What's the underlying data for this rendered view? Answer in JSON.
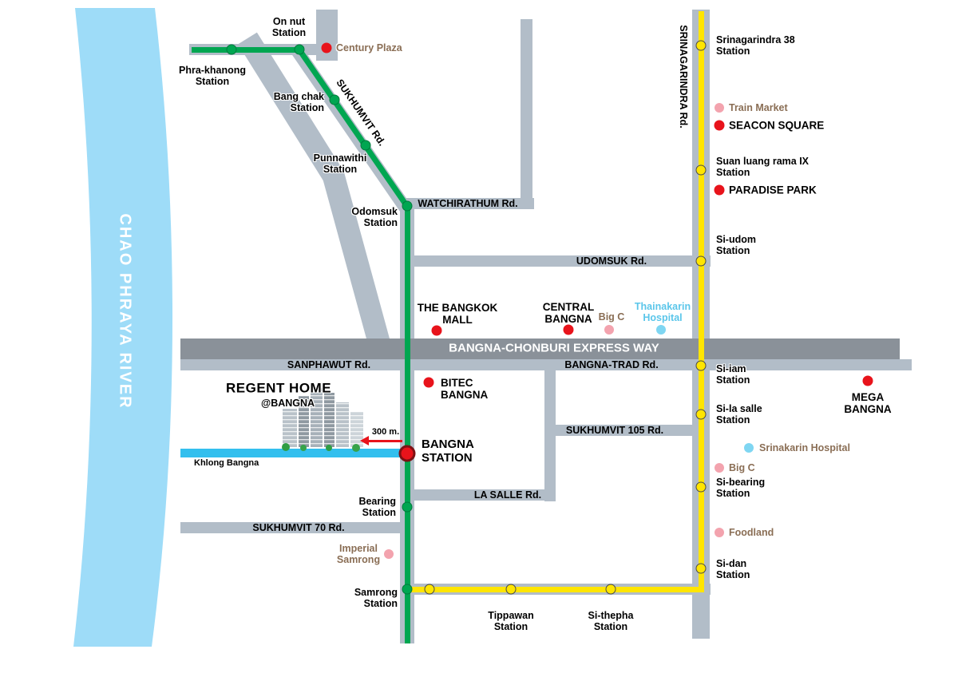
{
  "river": {
    "label": "CHAO PHRAYA RIVER"
  },
  "roads": {
    "sukhumvit": {
      "label": "SUKHUMVIT Rd."
    },
    "watchirathum": {
      "label": "WATCHIRATHUM Rd."
    },
    "udomsuk": {
      "label": "UDOMSUK Rd."
    },
    "expressway": {
      "label": "BANGNA-CHONBURI EXPRESS WAY"
    },
    "sanphawut": {
      "label": "SANPHAWUT Rd."
    },
    "bangna_trad": {
      "label": "BANGNA-TRAD Rd."
    },
    "sukhumvit_105": {
      "label": "SUKHUMVIT 105 Rd."
    },
    "la_salle": {
      "label": "LA SALLE Rd."
    },
    "sukhumvit_70": {
      "label": "SUKHUMVIT 70 Rd."
    },
    "srinagarindra": {
      "label": "SRINAGARINDRA Rd."
    },
    "khlong_bangna": {
      "label": "Khlong Bangna"
    }
  },
  "green_line": {
    "stations": [
      {
        "name": "Phra-khanong\nStation"
      },
      {
        "name": "On nut\nStation"
      },
      {
        "name": "Bang chak\nStation"
      },
      {
        "name": "Punnawithi\nStation"
      },
      {
        "name": "Odomsuk\nStation"
      },
      {
        "name": "Bearing\nStation"
      },
      {
        "name": "Samrong\nStation"
      }
    ]
  },
  "yellow_line": {
    "stations": [
      {
        "name": "Srinagarindra 38\nStation"
      },
      {
        "name": "Suan luang rama IX\nStation"
      },
      {
        "name": "Si-udom\nStation"
      },
      {
        "name": "Si-iam\nStation"
      },
      {
        "name": "Si-la salle\nStation"
      },
      {
        "name": "Si-bearing\nStation"
      },
      {
        "name": "Si-dan\nStation"
      },
      {
        "name": "Si-thepha\nStation"
      },
      {
        "name": "Tippawan\nStation"
      }
    ]
  },
  "bangna_station": {
    "name": "BANGNA\nSTATION"
  },
  "landmarks": {
    "century_plaza": {
      "label": "Century Plaza",
      "marker": "red"
    },
    "train_market": {
      "label": "Train Market",
      "marker": "pink"
    },
    "seacon_square": {
      "label": "SEACON SQUARE",
      "marker": "red"
    },
    "paradise_park": {
      "label": "PARADISE PARK",
      "marker": "red"
    },
    "the_bangkok_mall": {
      "label": "THE BANGKOK\nMALL",
      "marker": "red"
    },
    "central_bangna": {
      "label": "CENTRAL\nBANGNA",
      "marker": "red"
    },
    "big_c_bangna": {
      "label": "Big C",
      "marker": "pink"
    },
    "thainakarin_hospital": {
      "label": "Thainakarin\nHospital",
      "marker": "lightblue"
    },
    "bitec_bangna": {
      "label": "BITEC\nBANGNA",
      "marker": "red"
    },
    "mega_bangna": {
      "label": "MEGA\nBANGNA",
      "marker": "red"
    },
    "srinakarin_hospital": {
      "label": "Srinakarin Hospital",
      "marker": "lightblue"
    },
    "big_c_bearing": {
      "label": "Big C",
      "marker": "pink"
    },
    "foodland": {
      "label": "Foodland",
      "marker": "pink"
    },
    "imperial_samrong": {
      "label": "Imperial\nSamrong",
      "marker": "pink"
    }
  },
  "project": {
    "name": "REGENT HOME",
    "branch": "@BANGNA",
    "distance_label": "300 m."
  },
  "colors": {
    "green_line": "#00A651",
    "yellow_line": "#FFE500",
    "road": "#B2BDC8",
    "expressway": "#8A9199",
    "river": "#9EDCF8",
    "khlong": "#33BFEE",
    "landmark_red": "#E8131B",
    "landmark_pink": "#F3A3AE",
    "hospital_blue": "#7FD6F2",
    "brown_text": "#8A6E55",
    "blue_text": "#5BC6EA"
  }
}
